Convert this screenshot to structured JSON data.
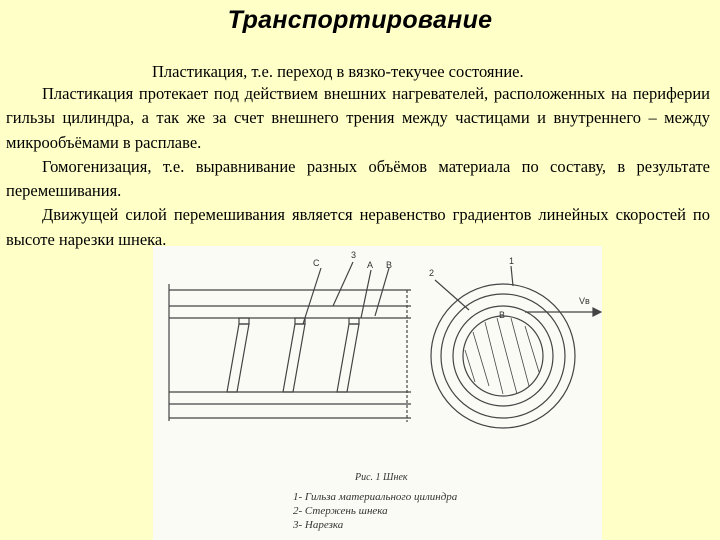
{
  "title": "Транспортирование",
  "subtitle": "Пластикация, т.е. переход в вязко-текучее состояние.",
  "paragraphs": [
    "Пластикация протекает под действием внешних нагревателей, расположенных на периферии гильзы цилиндра, а так же за счет внешнего трения между частицами и внутреннего – между микрообъёмами в расплаве.",
    "Гомогенизация, т.е. выравнивание разных объёмов материала по составу, в результате перемешивания.",
    "Движущей силой перемешивания является неравенство градиентов линейных скоростей по высоте нарезки шнека."
  ],
  "figure": {
    "labels": {
      "c": "C",
      "three": "3",
      "a": "A",
      "b": "B",
      "two": "2",
      "one": "1",
      "b_inner": "B",
      "vb": "Vв"
    },
    "caption": "Рис. 1 Шнек",
    "legend": [
      "1-  Гильза материального цилиндра",
      "2-  Стержень шнека",
      "3-  Нарезка"
    ]
  }
}
